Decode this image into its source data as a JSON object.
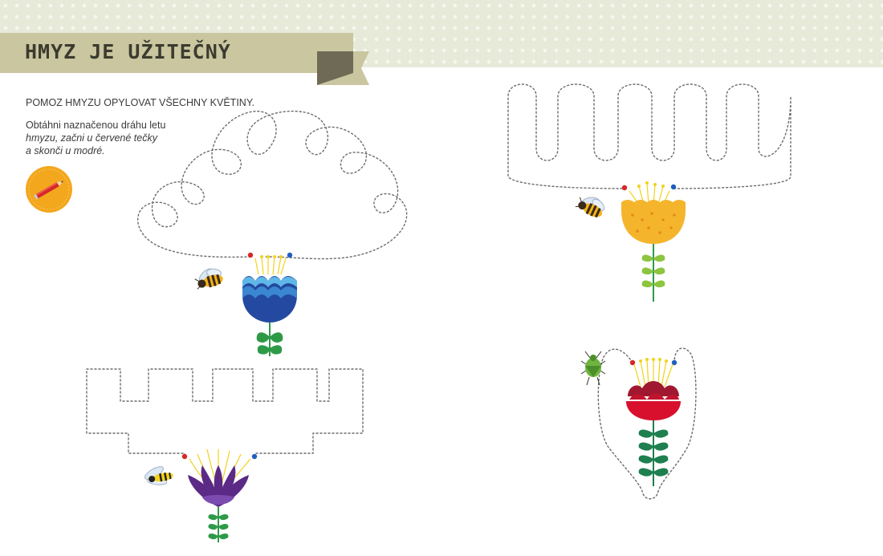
{
  "header": {
    "title": "HMYZ JE UŽITEČNÝ"
  },
  "task": {
    "prompt": "POMOZ HMYZU OPYLOVAT VŠECHNY KVĚTINY.",
    "instruction_lines": [
      "Obtáhni naznačenou dráhu letu",
      "hmyzu, začni u červené tečky",
      "a skonči u modré."
    ]
  },
  "icons": {
    "badge": "pencil-icon",
    "insects": [
      "bee-icon",
      "bee-icon",
      "wasp-icon",
      "shield-bug-icon"
    ]
  },
  "colors": {
    "band": "#e7ead9",
    "ribbon": "#c9c6a0",
    "ribbon_shadow": "#6f6a55",
    "dotted_path": "#6b6b6b",
    "start_dot": "#d62828",
    "end_dot": "#1f5fbf",
    "stamen": "#f2d21c",
    "badge": "#f3a71d",
    "blue_flower": "#2b62b8",
    "orange_flower": "#f4b52d",
    "purple_flower": "#5b2a86",
    "red_flower": "#d8102e",
    "leaf_green": "#2e9a48"
  }
}
